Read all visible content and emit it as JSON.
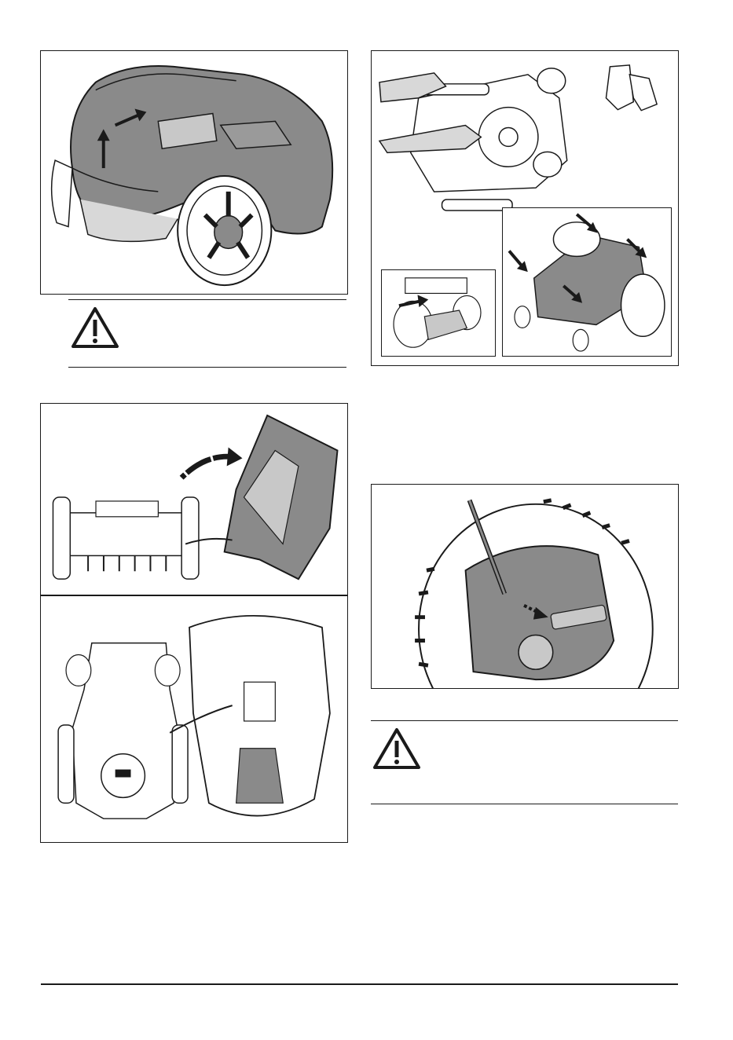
{
  "page": {
    "figures": [
      {
        "id": "fig-lift-body",
        "icon": "mower-body-lift-illustration"
      },
      {
        "id": "fig-wheel-brushes-gloves",
        "icon": "mower-wheel-cleaning-illustration"
      },
      {
        "id": "fig-body-detach-side",
        "icon": "mower-body-flip-illustration"
      },
      {
        "id": "fig-body-detach-top",
        "icon": "mower-body-open-top-illustration"
      },
      {
        "id": "fig-wheel-cap-screwdriver",
        "icon": "wheel-cap-pry-illustration"
      }
    ],
    "warnings": [
      {
        "id": "warning-1",
        "icon": "warning-triangle-icon"
      },
      {
        "id": "warning-2",
        "icon": "warning-triangle-icon"
      }
    ],
    "colors": {
      "line": "#1a1a1a",
      "body_gray": "#8a8a8a",
      "light_gray": "#c8c8c8"
    }
  }
}
